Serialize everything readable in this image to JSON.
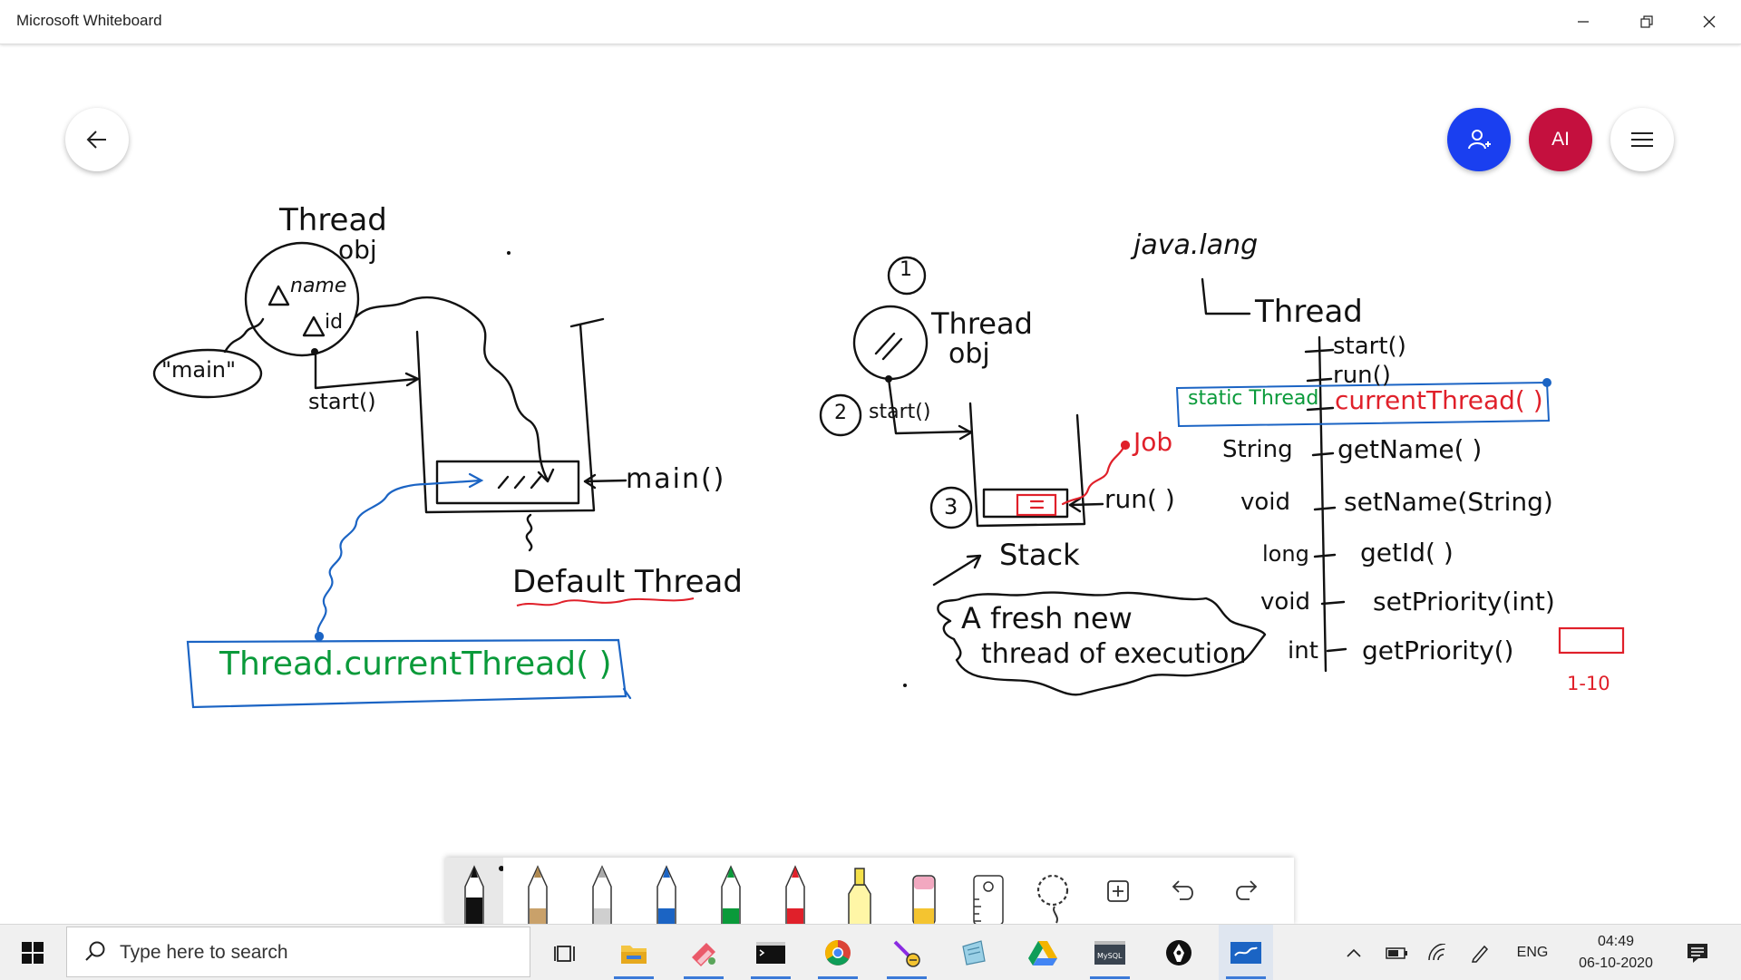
{
  "window": {
    "title": "Microsoft Whiteboard"
  },
  "header": {
    "avatar_initials": "AI"
  },
  "board": {
    "left_diagram": {
      "thread_obj_label_1": "Thread",
      "thread_obj_label_2": "obj",
      "field_name": "name",
      "field_id": "id",
      "main_string": "\"main\"",
      "start_call": "start()",
      "main_method": "main()",
      "default_thread": "Default Thread",
      "current_thread_call": "Thread.currentThread( )"
    },
    "right_diagram": {
      "step1": "1",
      "step2": "2",
      "step3": "3",
      "thread_obj_label_1": "Thread",
      "thread_obj_label_2": "obj",
      "start_call": "start()",
      "job_label": "Job",
      "run_call": "run( )",
      "stack_label": "Stack",
      "fresh_line_1": "A fresh new",
      "fresh_line_2": "thread of execution",
      "package": "java.lang",
      "class_name": "Thread",
      "methods": [
        {
          "ret": "",
          "name": "start()",
          "color": "#111111"
        },
        {
          "ret": "",
          "name": "run()",
          "color": "#111111"
        },
        {
          "ret": "static Thread",
          "name": "currentThread( )",
          "color": "#e0202a"
        },
        {
          "ret": "String",
          "name": "getName( )",
          "color": "#111111"
        },
        {
          "ret": "void",
          "name": "setName(String)",
          "color": "#111111"
        },
        {
          "ret": "long",
          "name": "getId( )",
          "color": "#111111"
        },
        {
          "ret": "void",
          "name": "setPriority(int)",
          "color": "#111111"
        },
        {
          "ret": "int",
          "name": "getPriority()",
          "color": "#111111"
        }
      ],
      "priority_range": "1-10"
    }
  },
  "toolbar": {
    "tools": [
      "black-pen",
      "gold-pen",
      "silver-pen",
      "blue-pen",
      "green-pen",
      "red-pen",
      "highlighter",
      "eraser",
      "ruler",
      "lasso",
      "insert",
      "undo",
      "redo"
    ]
  },
  "taskbar": {
    "search_placeholder": "Type here to search",
    "language": "ENG",
    "time": "04:49",
    "date": "06-10-2020"
  },
  "colors": {
    "invite_button": "#1a3ff0",
    "avatar": "#c4103e",
    "ink_black": "#111111",
    "ink_blue": "#1b64c4",
    "ink_green": "#0a9a3a",
    "ink_red": "#e0202a"
  }
}
